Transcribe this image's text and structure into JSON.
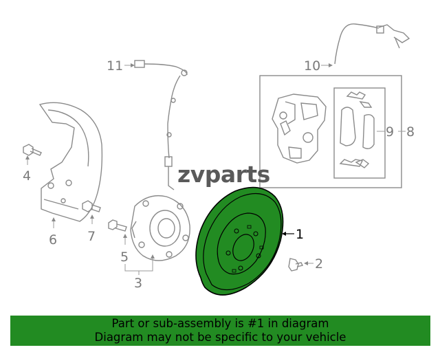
{
  "callouts": {
    "c1": "1",
    "c2": "2",
    "c3": "3",
    "c4": "4",
    "c5": "5",
    "c6": "6",
    "c7": "7",
    "c8": "8",
    "c9": "9",
    "c10": "10",
    "c11": "11"
  },
  "watermark": "zvparts",
  "banner": {
    "line1": "Part or sub-assembly is #1 in diagram",
    "line2": "Diagram may not be specific to your vehicle"
  },
  "colors": {
    "highlight": "#228b22",
    "banner": "#228b22",
    "line": "#8a8a8a"
  }
}
